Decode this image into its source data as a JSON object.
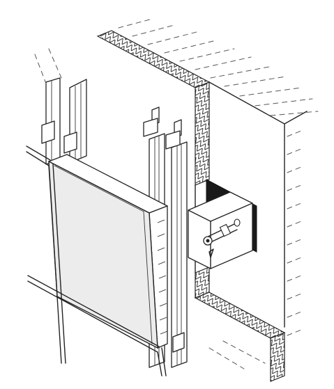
{
  "drawing": {
    "kind": "facade-cladding-isometric",
    "colors": {
      "ink": "#222222",
      "panel": "#ececec",
      "bracket": "#1a1a1a",
      "paper": "#ffffff"
    },
    "components": [
      "masonry-wall-section",
      "wall-face",
      "insulation-layer",
      "mounting-bracket",
      "anchor-bolt",
      "vertical-rails",
      "rail-clips",
      "cladding-panel",
      "adjacent-panel-grid"
    ]
  }
}
